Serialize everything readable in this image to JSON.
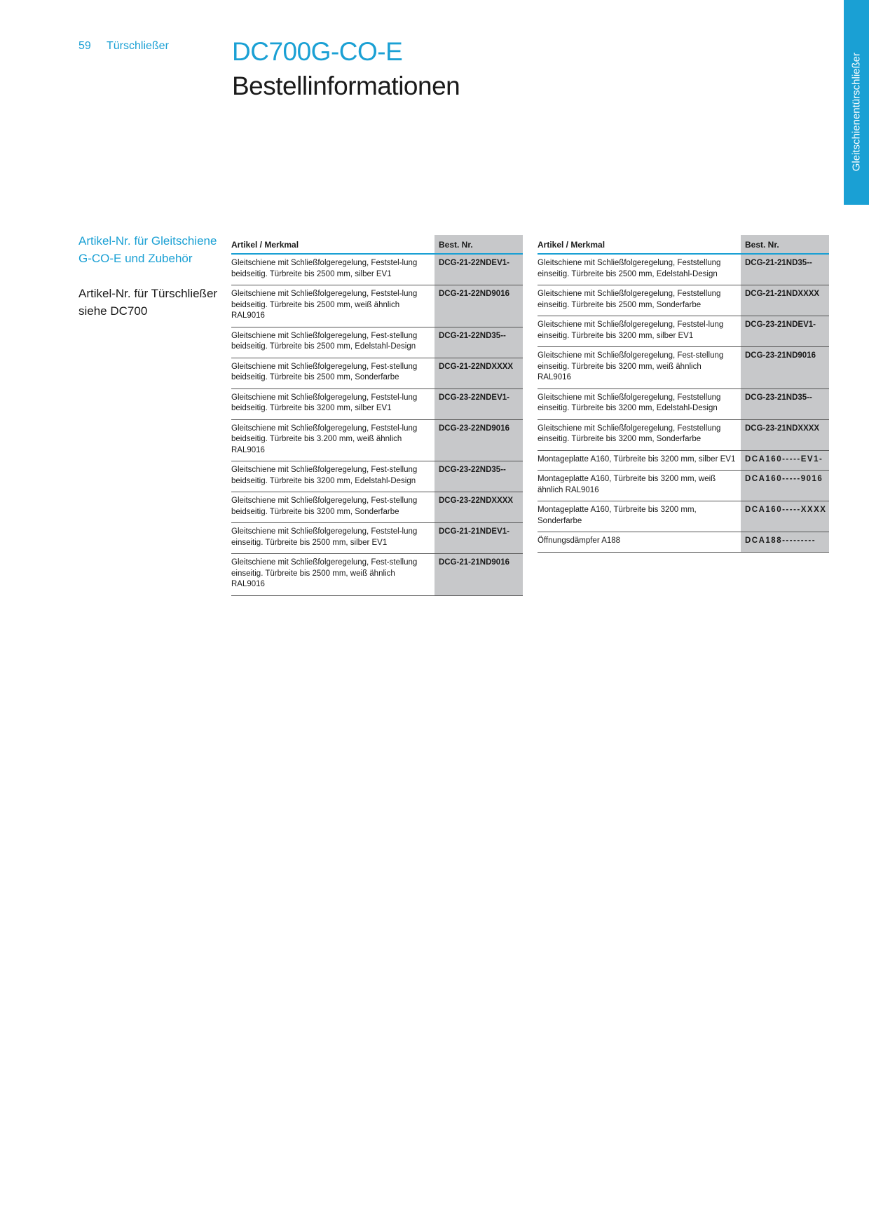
{
  "header": {
    "page_number": "59",
    "section": "Türschließer",
    "product": "DC700G-CO-E",
    "heading": "Bestellinformationen"
  },
  "side_tab": {
    "label": "Gleitschienentürschließer",
    "color": "#1aa0d4"
  },
  "left_notes": {
    "blue": "Artikel-Nr. für Gleitschiene G-CO-E und Zubehör",
    "black": "Artikel-Nr. für Türschließer siehe DC700"
  },
  "table_left": {
    "headers": [
      "Artikel / Merkmal",
      "Best. Nr."
    ],
    "rows": [
      [
        "Gleitschiene mit Schließfolgeregelung, Feststel-lung beidseitig. Türbreite bis 2500 mm, silber EV1",
        "DCG-21-22NDEV1-"
      ],
      [
        "Gleitschiene mit Schließfolgeregelung, Feststel-lung beidseitig. Türbreite bis 2500 mm, weiß ähnlich RAL9016",
        "DCG-21-22ND9016"
      ],
      [
        "Gleitschiene mit Schließfolgeregelung, Fest-stellung beidseitig. Türbreite bis 2500 mm, Edelstahl-Design",
        "DCG-21-22ND35--"
      ],
      [
        "Gleitschiene mit Schließfolgeregelung, Fest-stellung beidseitig. Türbreite bis 2500 mm, Sonderfarbe",
        "DCG-21-22NDXXXX"
      ],
      [
        "Gleitschiene mit Schließfolgeregelung, Feststel-lung beidseitig. Türbreite bis 3200 mm, silber EV1",
        "DCG-23-22NDEV1-"
      ],
      [
        "Gleitschiene mit Schließfolgeregelung,  Feststel-lung beidseitig. Türbreite bis 3.200 mm, weiß ähnlich RAL9016",
        "DCG-23-22ND9016"
      ],
      [
        "Gleitschiene mit Schließfolgeregelung, Fest-stellung beidseitig. Türbreite bis 3200 mm, Edelstahl-Design",
        "DCG-23-22ND35--"
      ],
      [
        "Gleitschiene mit Schließfolgeregelung, Fest-stellung beidseitig. Türbreite bis 3200 mm, Sonderfarbe",
        "DCG-23-22NDXXXX"
      ],
      [
        "Gleitschiene mit Schließfolgeregelung, Feststel-lung einseitig. Türbreite bis 2500 mm, silber EV1",
        "DCG-21-21NDEV1-"
      ],
      [
        "Gleitschiene mit Schließfolgeregelung, Fest-stellung einseitig. Türbreite bis 2500 mm, weiß ähnlich RAL9016",
        "DCG-21-21ND9016"
      ]
    ]
  },
  "table_right": {
    "headers": [
      "Artikel / Merkmal",
      "Best. Nr."
    ],
    "rows": [
      [
        "Gleitschiene mit Schließfolgeregelung, Feststellung einseitig. Türbreite bis 2500 mm, Edelstahl-Design",
        "DCG-21-21ND35--"
      ],
      [
        "Gleitschiene mit Schließfolgeregelung, Feststellung einseitig. Türbreite bis 2500 mm, Sonderfarbe",
        "DCG-21-21NDXXXX"
      ],
      [
        "Gleitschiene mit Schließfolgeregelung, Feststel-lung einseitig. Türbreite bis 3200 mm, silber EV1",
        "DCG-23-21NDEV1-"
      ],
      [
        "Gleitschiene mit Schließfolgeregelung, Fest-stellung einseitig. Türbreite bis 3200 mm, weiß ähnlich RAL9016",
        "DCG-23-21ND9016"
      ],
      [
        "Gleitschiene mit Schließfolgeregelung, Feststellung einseitig. Türbreite bis 3200 mm, Edelstahl-Design",
        "DCG-23-21ND35--"
      ],
      [
        "Gleitschiene mit Schließfolgeregelung, Feststellung einseitig. Türbreite bis 3200 mm, Sonderfarbe",
        "DCG-23-21NDXXXX"
      ],
      [
        "Montageplatte A160, Türbreite bis 3200 mm, silber EV1",
        "DCA160-----EV1-"
      ],
      [
        "Montageplatte A160, Türbreite bis 3200 mm, weiß ähnlich RAL9016",
        "DCA160-----9016"
      ],
      [
        "Montageplatte A160, Türbreite bis 3200 mm, Sonderfarbe",
        "DCA160-----XXXX"
      ],
      [
        "Öffnungsdämpfer A188",
        "DCA188---------"
      ]
    ]
  }
}
